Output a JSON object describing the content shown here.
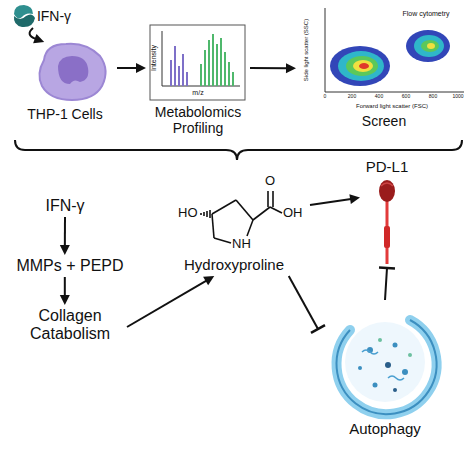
{
  "diagram": {
    "nodes": [
      {
        "text": [
          "IFN-γ"
        ]
      },
      {
        "text": [
          "THP-1 Cells"
        ]
      },
      {
        "text": [
          "Intensity",
          "m/z",
          "Metabolomics Profiling"
        ]
      },
      {
        "text": [
          "Flow cytometry",
          "Side light scatter (SSC)",
          "Forward light scatter (FSC)",
          "Screen"
        ]
      },
      {
        "text": [
          "IFN-γ"
        ]
      },
      {
        "text": [
          "MMPs + PEPD"
        ]
      },
      {
        "text": [
          "Collagen Catabolism"
        ]
      },
      {
        "text": [
          "Hydroxyproline"
        ]
      },
      {
        "text": [
          "PD-L1"
        ]
      },
      {
        "text": [
          "Autophagy"
        ]
      }
    ],
    "edges": [
      {
        "from": 0,
        "to": 1,
        "arrow": "to"
      },
      {
        "from": 1,
        "to": 2,
        "arrow": "to"
      },
      {
        "from": 2,
        "to": 3,
        "arrow": "to"
      },
      {
        "from": 4,
        "to": 5,
        "arrow": "to"
      },
      {
        "from": 5,
        "to": 6,
        "arrow": "to"
      },
      {
        "from": 6,
        "to": 7,
        "arrow": "to"
      },
      {
        "from": 7,
        "to": 8,
        "arrow": "to"
      },
      {
        "from": 7,
        "to": 9,
        "arrow": "to"
      },
      {
        "from": 9,
        "to": 8,
        "arrow": "to"
      }
    ],
    "labels": [
      "HO",
      "O",
      "OH",
      "NH",
      "0",
      "200",
      "400",
      "600",
      "800",
      "1000"
    ]
  }
}
